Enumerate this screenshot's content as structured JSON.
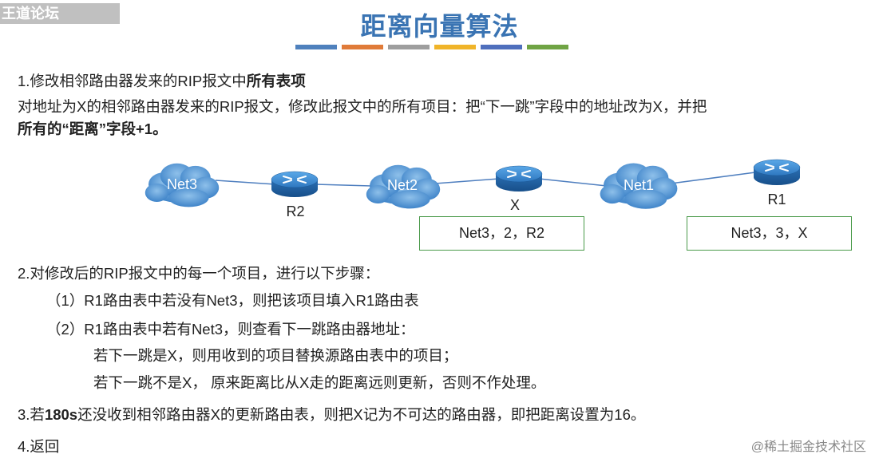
{
  "watermark_top": "王道论坛",
  "title": "距离向量算法",
  "bar_colors": [
    "#4f81bd",
    "#e07b39",
    "#9e9e9e",
    "#f0b429",
    "#4f6fbd",
    "#70a444"
  ],
  "step1": {
    "heading_prefix": "1.修改相邻路由器发来的RIP报文中",
    "heading_bold": "所有表项",
    "desc_line1": "对地址为X的相邻路由器发来的RIP报文，修改此报文中的所有项目：把“下一跳”字段中的地址改为X，并把",
    "desc_line2": "所有的“距离”字段+1。"
  },
  "diagram": {
    "net3": "Net3",
    "net2": "Net2",
    "net1": "Net1",
    "router_r2": "R2",
    "router_x": "X",
    "router_r1": "R1",
    "box_left": "Net3，2，R2",
    "box_right": "Net3，3，X"
  },
  "step2": {
    "heading": "2.对修改后的RIP报文中的每一个项目，进行以下步骤：",
    "sub1": "（1）R1路由表中若没有Net3，则把该项目填入R1路由表",
    "sub2": "（2）R1路由表中若有Net3，则查看下一跳路由器地址：",
    "sub2a": "若下一跳是X，则用收到的项目替换源路由表中的项目；",
    "sub2b": "若下一跳不是X， 原来距离比从X走的距离远则更新，否则不作处理。"
  },
  "step3": {
    "prefix": "3.若",
    "bold": "180s",
    "suffix": "还没收到相邻路由器X的更新路由表，则把X记为不可达的路由器，即把距离设置为16。"
  },
  "step4": "4.返回",
  "watermark_bottom": "@稀土掘金技术社区"
}
